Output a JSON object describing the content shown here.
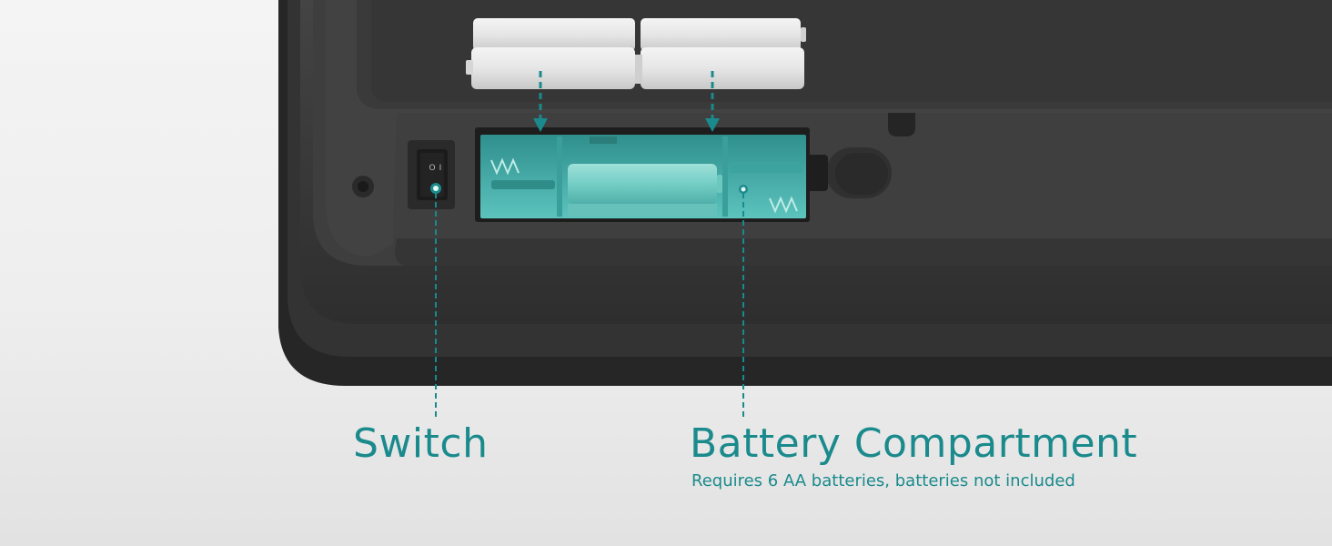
{
  "colors": {
    "accent": "#1a8a8c",
    "device_body": "#3b3b3b",
    "device_dark": "#2a2a2a",
    "compartment_teal": "#4bb4b0",
    "battery_white": "#e8e8e8",
    "background": "#f1f1f1"
  },
  "labels": {
    "switch": "Switch",
    "battery_compartment": "Battery Compartment",
    "battery_note": "Requires 6 AA batteries, batteries not included"
  },
  "switch_glyphs": {
    "off": "O",
    "on": "I"
  },
  "icons": {
    "power_switch": "rocker-switch-icon",
    "battery": "aa-battery-icon",
    "insert_arrow": "dashed-arrow-down-icon",
    "callout_dot": "callout-dot-icon"
  }
}
